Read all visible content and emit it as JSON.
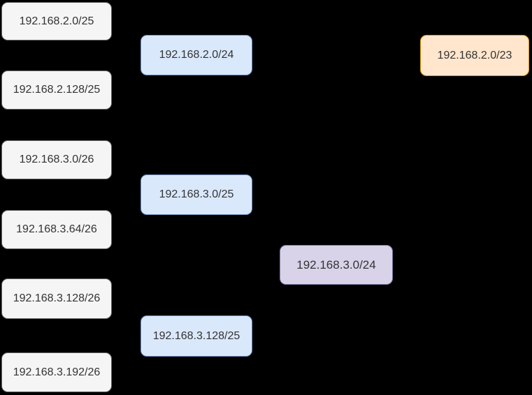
{
  "diagram": {
    "background_color": "#000000",
    "text_color": "#333333",
    "palette": {
      "gray": {
        "fill": "#f5f5f5",
        "stroke": "#666666"
      },
      "blue": {
        "fill": "#dae8fc",
        "stroke": "#6c8ebf"
      },
      "purple": {
        "fill": "#d8d3e8",
        "stroke": "#7c76a3"
      },
      "orange": {
        "fill": "#ffe6cc",
        "stroke": "#d79b00"
      }
    },
    "nodes": [
      {
        "label": "192.168.2.0/25",
        "color": "gray",
        "group": "leaf-subnets"
      },
      {
        "label": "192.168.2.128/25",
        "color": "gray",
        "group": "leaf-subnets"
      },
      {
        "label": "192.168.3.0/26",
        "color": "gray",
        "group": "leaf-subnets"
      },
      {
        "label": "192.168.3.64/26",
        "color": "gray",
        "group": "leaf-subnets"
      },
      {
        "label": "192.168.3.128/26",
        "color": "gray",
        "group": "leaf-subnets"
      },
      {
        "label": "192.168.3.192/26",
        "color": "gray",
        "group": "leaf-subnets"
      },
      {
        "label": "192.168.2.0/24",
        "color": "blue",
        "group": "level1-summaries"
      },
      {
        "label": "192.168.3.0/25",
        "color": "blue",
        "group": "level1-summaries"
      },
      {
        "label": "192.168.3.128/25",
        "color": "blue",
        "group": "level1-summaries"
      },
      {
        "label": "192.168.3.0/24",
        "color": "purple",
        "group": "level2-summary"
      },
      {
        "label": "192.168.2.0/23",
        "color": "orange",
        "group": "final-summary"
      }
    ]
  }
}
